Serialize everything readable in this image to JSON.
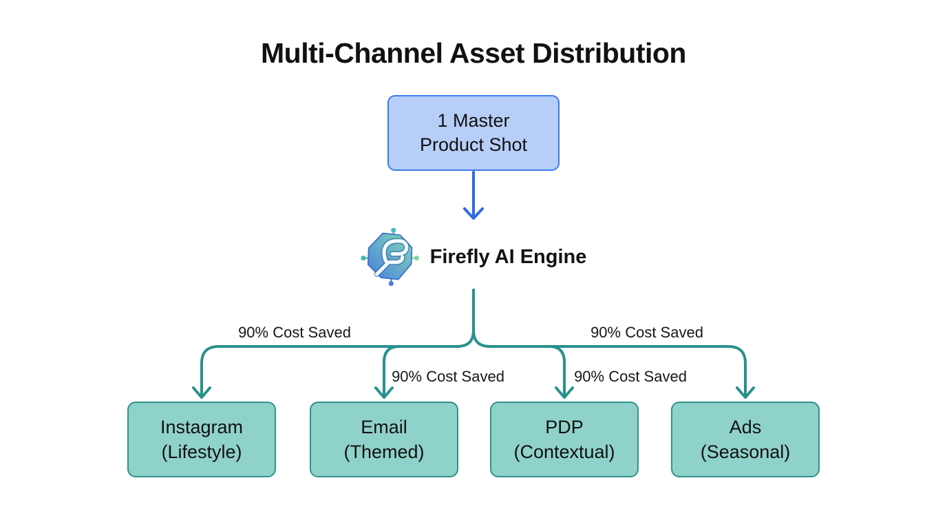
{
  "title": "Multi-Channel Asset Distribution",
  "master_node": {
    "line1": "1 Master",
    "line2": "Product Shot"
  },
  "engine": {
    "label": "Firefly AI Engine",
    "icon": "firefly-ai-engine-icon"
  },
  "edge_labels": {
    "instagram": "90% Cost Saved",
    "email": "90% Cost Saved",
    "pdp": "90% Cost Saved",
    "ads": "90% Cost Saved"
  },
  "channels": [
    {
      "line1": "Instagram",
      "line2": "(Lifestyle)"
    },
    {
      "line1": "Email",
      "line2": "(Themed)"
    },
    {
      "line1": "PDP",
      "line2": "(Contextual)"
    },
    {
      "line1": "Ads",
      "line2": "(Seasonal)"
    }
  ],
  "colors": {
    "page-bg": "#ffffff",
    "text": "#111111",
    "master-fill": "#b7cef8",
    "master-border": "#3b7bf0",
    "arrow-blue": "#2e6be0",
    "tree-teal": "#27918c",
    "channel-fill": "#8fd2c9",
    "channel-border": "#2e928b",
    "icon-gradient-start": "#4a7de0",
    "icon-gradient-end": "#82dcb4"
  }
}
